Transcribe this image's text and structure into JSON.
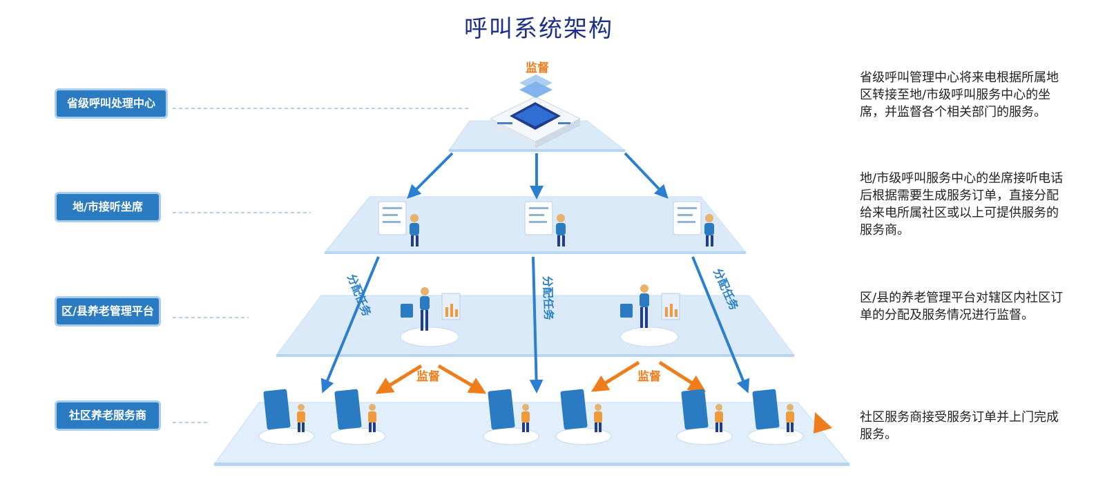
{
  "title": "呼叫系统架构",
  "levels": [
    {
      "label": "省级呼叫处理中心",
      "description": "省级呼叫管理中心将来电根据所属地区转接至地/市级呼叫服务中心的坐席，并监督各个相关部门的服务。"
    },
    {
      "label": "地/市接听坐席",
      "description": "地/市级呼叫服务中心的坐席接听电话后根据需要生成服务订单，直接分配给来电所属社区或以上可提供服务的服务商。"
    },
    {
      "label": "区/县养老管理平台",
      "description": "区/县的养老管理平台对辖区内社区订单的分配及服务情况进行监督。"
    },
    {
      "label": "社区养老服务商",
      "description": "社区服务商接受服务订单并上门完成服务。"
    }
  ],
  "supervise_label": "监督",
  "assign_label": "分配任务",
  "colors": {
    "title": "#1c2f8a",
    "label_bg": "#2a7bc2",
    "arrow_blue": "#2b7fd0",
    "arrow_orange": "#ef7d1c",
    "platform": "#dbeaf9"
  }
}
